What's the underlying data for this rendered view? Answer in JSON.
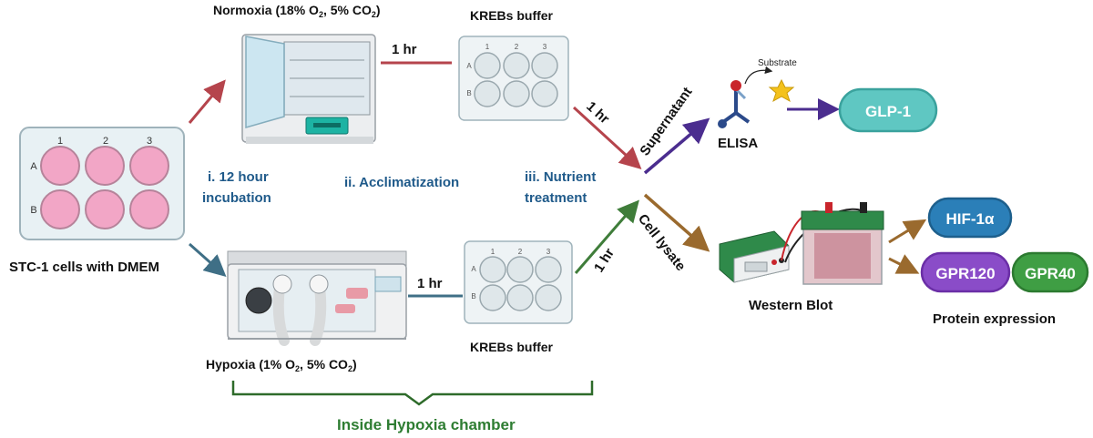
{
  "plates": {
    "main_cols": [
      "1",
      "2",
      "3"
    ],
    "main_rows": [
      "A",
      "B"
    ],
    "small_cols": [
      "1",
      "2",
      "3"
    ],
    "small_rows": [
      "A",
      "B"
    ]
  },
  "labels": {
    "stc1": "STC-1 cells with DMEM",
    "normoxia_prefix": "Normoxia (18% O",
    "normoxia_suffix": ", 5% CO",
    "hypoxia_prefix": "Hypoxia (1% O",
    "hypoxia_suffix": ", 5% CO",
    "sub2": "2",
    "close_paren": ")",
    "krebs_top": "KREBs buffer",
    "krebs_bottom": "KREBs buffer",
    "one_hr_top": "1 hr",
    "one_hr_bottom": "1 hr",
    "one_hr_diag_top": "1 hr",
    "one_hr_diag_bottom": "1 hr",
    "step1_line1": "i. 12 hour",
    "step1_line2": "incubation",
    "step2": "ii. Acclimatization",
    "step3_line1": "iii. Nutrient",
    "step3_line2": "treatment",
    "supernatant": "Supernatant",
    "cell_lysate": "Cell lysate",
    "substrate": "Substrate",
    "elisa": "ELISA",
    "glp1": "GLP-1",
    "western_blot": "Western Blot",
    "hif": "HIF-1α",
    "gpr120": "GPR120",
    "gpr40": "GPR40",
    "protein_expression": "Protein expression",
    "inside_chamber": "Inside Hypoxia chamber"
  },
  "colors": {
    "normoxia_arrow": "#b5444c",
    "hypoxia_arrow": "#3f6f86",
    "step_text": "#1f5a8a",
    "supernatant_arrow": "#4b2d8f",
    "lysate_arrow": "#9a6a2e",
    "treatment_green": "#3f7d3a",
    "glp1_pill": "#5fc7c2",
    "hif_pill": "#2b7fb8",
    "gpr120_pill": "#8a4cc8",
    "gpr40_pill": "#3f9e44",
    "well_pink": "#f2a6c6",
    "chamber_text": "#2e7d32"
  },
  "icons": [
    "incubator-icon",
    "hypoxia-glovebox-icon",
    "antibody-icon",
    "substrate-star-icon",
    "power-supply-icon",
    "gel-tank-icon"
  ]
}
